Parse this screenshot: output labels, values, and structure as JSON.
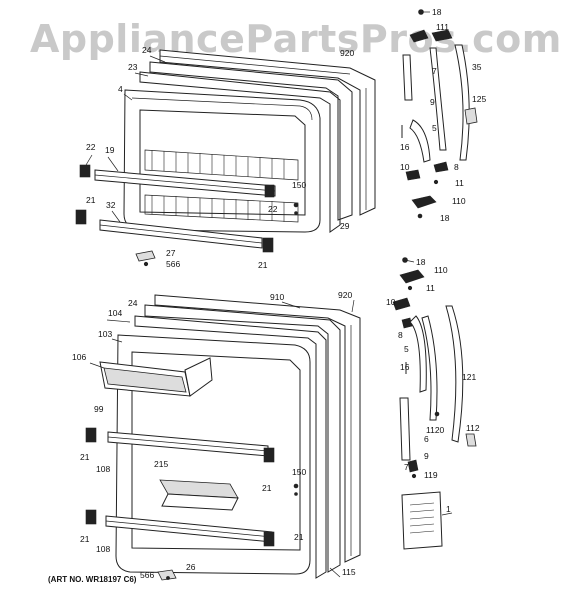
{
  "watermark": "AppliancePartsPros.com",
  "caption": "(ART NO. WR18197 C6)",
  "labels": {
    "t18": "18",
    "t111": "111",
    "t920": "920",
    "t24": "24",
    "t23": "23",
    "t4": "4",
    "t7": "7",
    "t35": "35",
    "t9": "9",
    "t125": "125",
    "t5": "5",
    "t16": "16",
    "t22a": "22",
    "t19": "19",
    "t150": "150",
    "t10": "10",
    "t8": "8",
    "t11": "11",
    "t110": "110",
    "t18b": "18",
    "t21a": "21",
    "t32": "32",
    "t22b": "22",
    "t29": "29",
    "t27": "27",
    "t566": "566",
    "t21b": "21",
    "b18": "18",
    "b110": "110",
    "b11": "11",
    "b24": "24",
    "b910": "910",
    "b920": "920",
    "b104": "104",
    "b10": "10",
    "b8": "8",
    "b103": "103",
    "b5": "5",
    "b106": "106",
    "b121": "121",
    "b16": "16",
    "b99": "99",
    "b112": "112",
    "b1120": "1120",
    "b6": "6",
    "b9": "9",
    "b21a": "21",
    "b7": "7",
    "b108a": "108",
    "b119": "119",
    "b215": "215",
    "b150": "150",
    "b21b": "21",
    "b1": "1",
    "b21c": "21",
    "b108b": "108",
    "b566": "566",
    "b26": "26",
    "b115": "115"
  }
}
